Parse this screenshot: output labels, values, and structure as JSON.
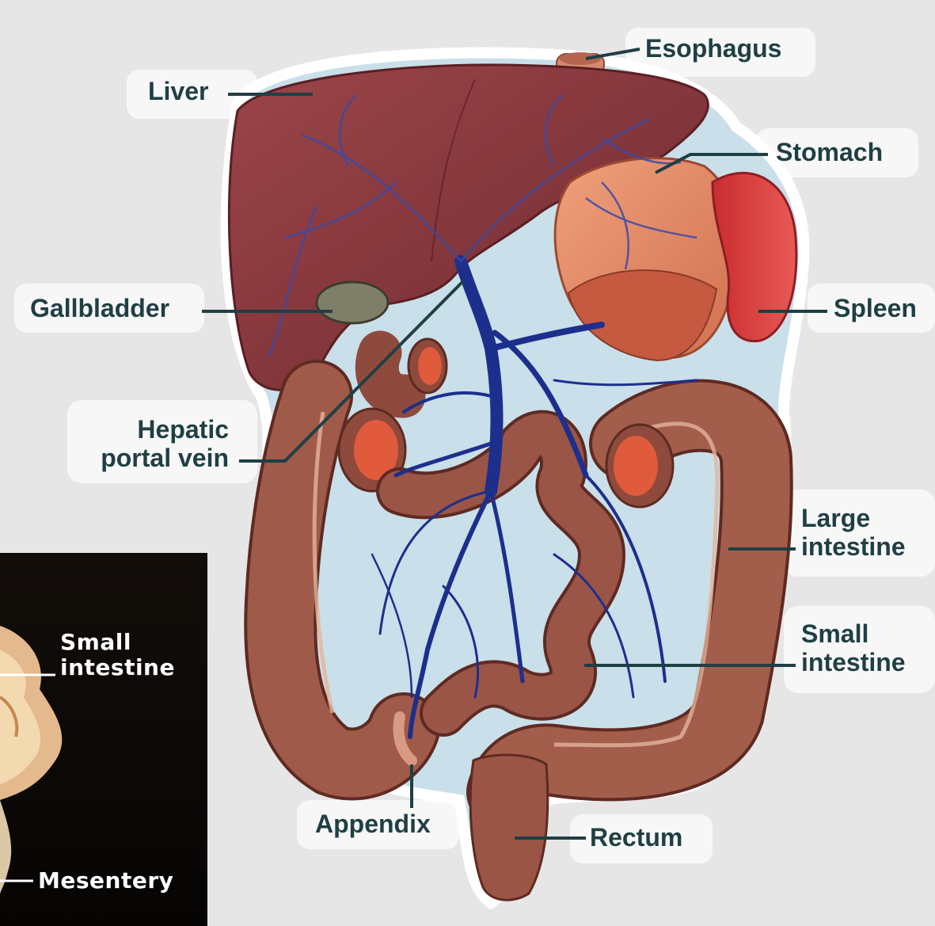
{
  "labels": {
    "esophagus": "Esophagus",
    "liver": "Liver",
    "stomach": "Stomach",
    "gallbladder": "Gallbladder",
    "spleen": "Spleen",
    "hepatic_line1": "Hepatic",
    "hepatic_line2": "portal vein",
    "large_line1": "Large",
    "large_line2": "intestine",
    "small_line1": "Small",
    "small_line2": "intestine",
    "appendix": "Appendix",
    "rectum": "Rectum"
  },
  "inset": {
    "small_line1": "Small",
    "small_line2": "intestine",
    "mesentery": "Mesentery"
  },
  "colors": {
    "background": "#e6e6e6",
    "label_text": "#1f3f44",
    "cavity": "#c9dfe9",
    "liver": "#8a3a3e",
    "stomach": "#e58a66",
    "spleen": "#d7363a",
    "gallbladder": "#7f7e69",
    "intestine": "#9a5546",
    "vein": "#1d2f8c",
    "inset_background": "#0d0a08"
  }
}
